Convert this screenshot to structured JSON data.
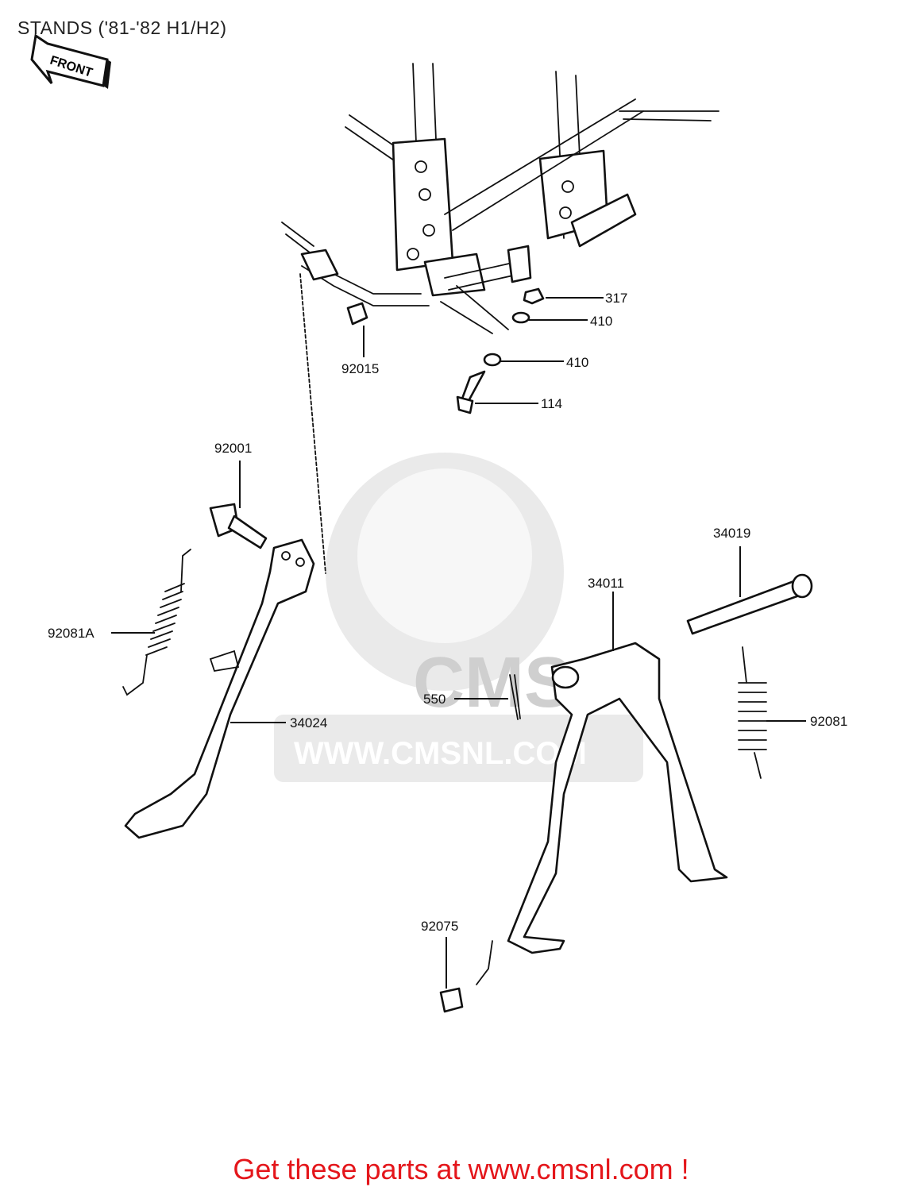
{
  "title": "STANDS ('81-'82 H1/H2)",
  "front_badge": "FRONT",
  "watermark": {
    "logo_text": "CMS",
    "url_text": "WWW.CMSNL.COM"
  },
  "callouts": {
    "p317": "317",
    "p410a": "410",
    "p410b": "410",
    "p114": "114",
    "p92015": "92015",
    "p92001": "92001",
    "p92081A": "92081A",
    "p34024": "34024",
    "p34019": "34019",
    "p34011": "34011",
    "p550": "550",
    "p92081": "92081",
    "p92075": "92075"
  },
  "footer": "Get these parts at www.cmsnl.com !",
  "colors": {
    "footer_text": "#e4161b",
    "line_art": "#111111",
    "watermark": "#d9d9d9"
  }
}
